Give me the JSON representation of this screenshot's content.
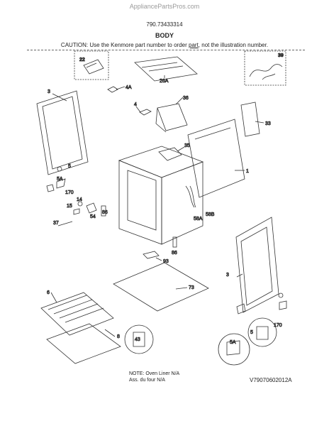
{
  "watermark": "AppliancePartsPros.com",
  "model_number": "790.73433314",
  "section_title": "BODY",
  "caution": {
    "prefix": "CAUTION: Use the Kenmore part number to order ",
    "link": "part",
    "suffix": ", not the illustration number."
  },
  "note": {
    "line1": "NOTE: Oven Liner N/A",
    "line2": "Ass. du four N/A"
  },
  "document_number": "V79070602012A",
  "callouts": {
    "c1": "1",
    "c3a": "3",
    "c3b": "3",
    "c4": "4",
    "c4a": "4A",
    "c5a": "5",
    "c5b": "5",
    "c5aa": "5A",
    "c5ab": "5A",
    "c6": "6",
    "c8": "8",
    "c14": "14",
    "c15": "15",
    "c22": "22",
    "c26a": "26A",
    "c33": "33",
    "c35": "35",
    "c36": "36",
    "c37": "37",
    "c39": "39",
    "c43": "43",
    "c54": "54",
    "c58a": "58A",
    "c58b": "58B",
    "c73": "73",
    "c86a": "86",
    "c86b": "86",
    "c93": "93",
    "c170a": "170",
    "c170b": "170"
  }
}
